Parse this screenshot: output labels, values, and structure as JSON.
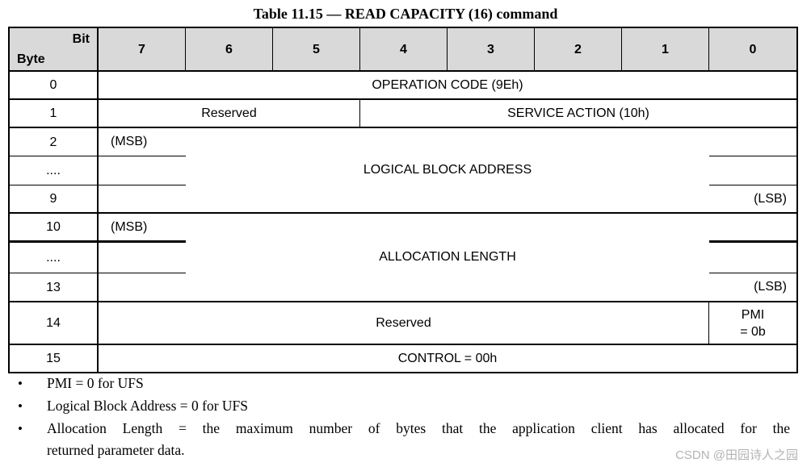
{
  "title": "Table 11.15 — READ CAPACITY (16) command",
  "table": {
    "corner": {
      "bit": "Bit",
      "byte": "Byte"
    },
    "bit_headers": [
      "7",
      "6",
      "5",
      "4",
      "3",
      "2",
      "1",
      "0"
    ],
    "row0": {
      "byte": "0",
      "value": "OPERATION CODE (9Eh)"
    },
    "row1": {
      "byte": "1",
      "reserved": "Reserved",
      "service": "SERVICE ACTION (10h)"
    },
    "lba": {
      "byte_first": "2",
      "byte_mid": "....",
      "byte_last": "9",
      "msb": "(MSB)",
      "label": "LOGICAL BLOCK ADDRESS",
      "lsb": "(LSB)"
    },
    "alloc": {
      "byte_first": "10",
      "byte_mid": "....",
      "byte_last": "13",
      "msb": "(MSB)",
      "label": "ALLOCATION LENGTH",
      "lsb": "(LSB)"
    },
    "row14": {
      "byte": "14",
      "reserved": "Reserved",
      "pmi_line1": "PMI",
      "pmi_line2": "= 0b"
    },
    "row15": {
      "byte": "15",
      "value": "CONTROL = 00h"
    }
  },
  "notes": {
    "bullet": "•",
    "items": [
      {
        "text": "PMI = 0 for UFS"
      },
      {
        "text": "Logical Block Address = 0 for UFS"
      },
      {
        "text": "Allocation Length = the maximum number of bytes that the application client has allocated for the",
        "text2": "returned parameter data."
      }
    ]
  },
  "watermark": "CSDN @田园诗人之园",
  "colors": {
    "header_bg": "#d9d9d9",
    "border": "#000000",
    "text": "#000000",
    "watermark": "#b7b2b2"
  }
}
